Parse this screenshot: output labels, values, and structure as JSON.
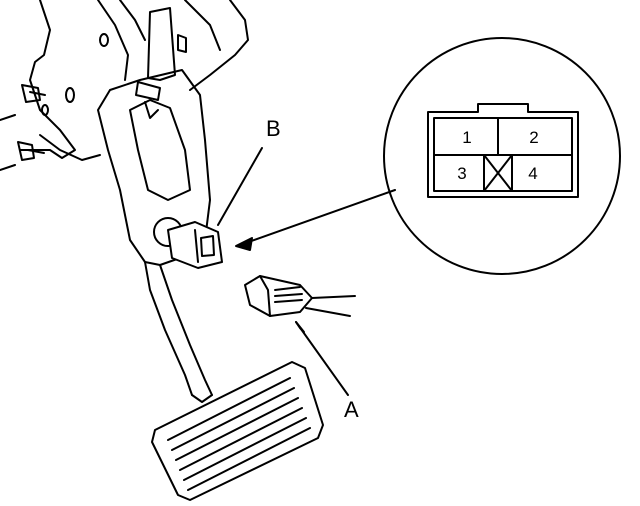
{
  "callouts": {
    "a": "A",
    "b": "B"
  },
  "connector_pins": [
    "1",
    "2",
    "3",
    "4"
  ],
  "colors": {
    "line": "#000000",
    "background": "#ffffff"
  }
}
